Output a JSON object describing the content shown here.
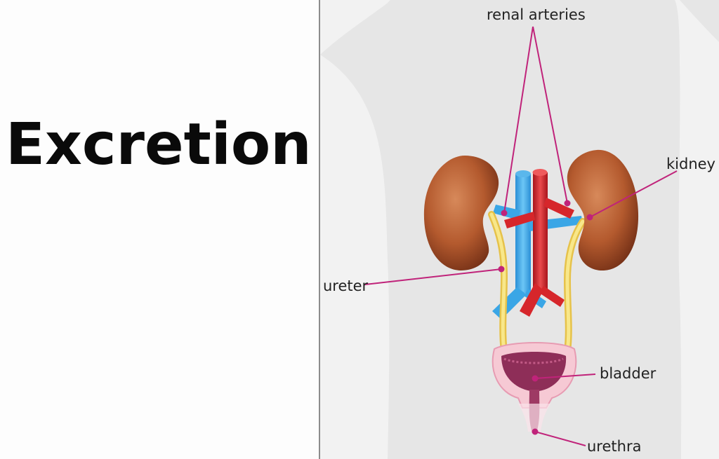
{
  "title": "Excretion",
  "labels": {
    "renal_arteries": "renal arteries",
    "kidney": "kidney",
    "ureter": "ureter",
    "bladder": "bladder",
    "urethra": "urethra"
  },
  "colors": {
    "body_silhouette": "#e4e4e4",
    "kidney": "#b45a2e",
    "artery": "#d6262b",
    "vein": "#3aa6e6",
    "ureter": "#f5dd6a",
    "bladder_outer": "#f6c9d4",
    "bladder_inner": "#8e2e58",
    "leader_line": "#c0237a"
  }
}
